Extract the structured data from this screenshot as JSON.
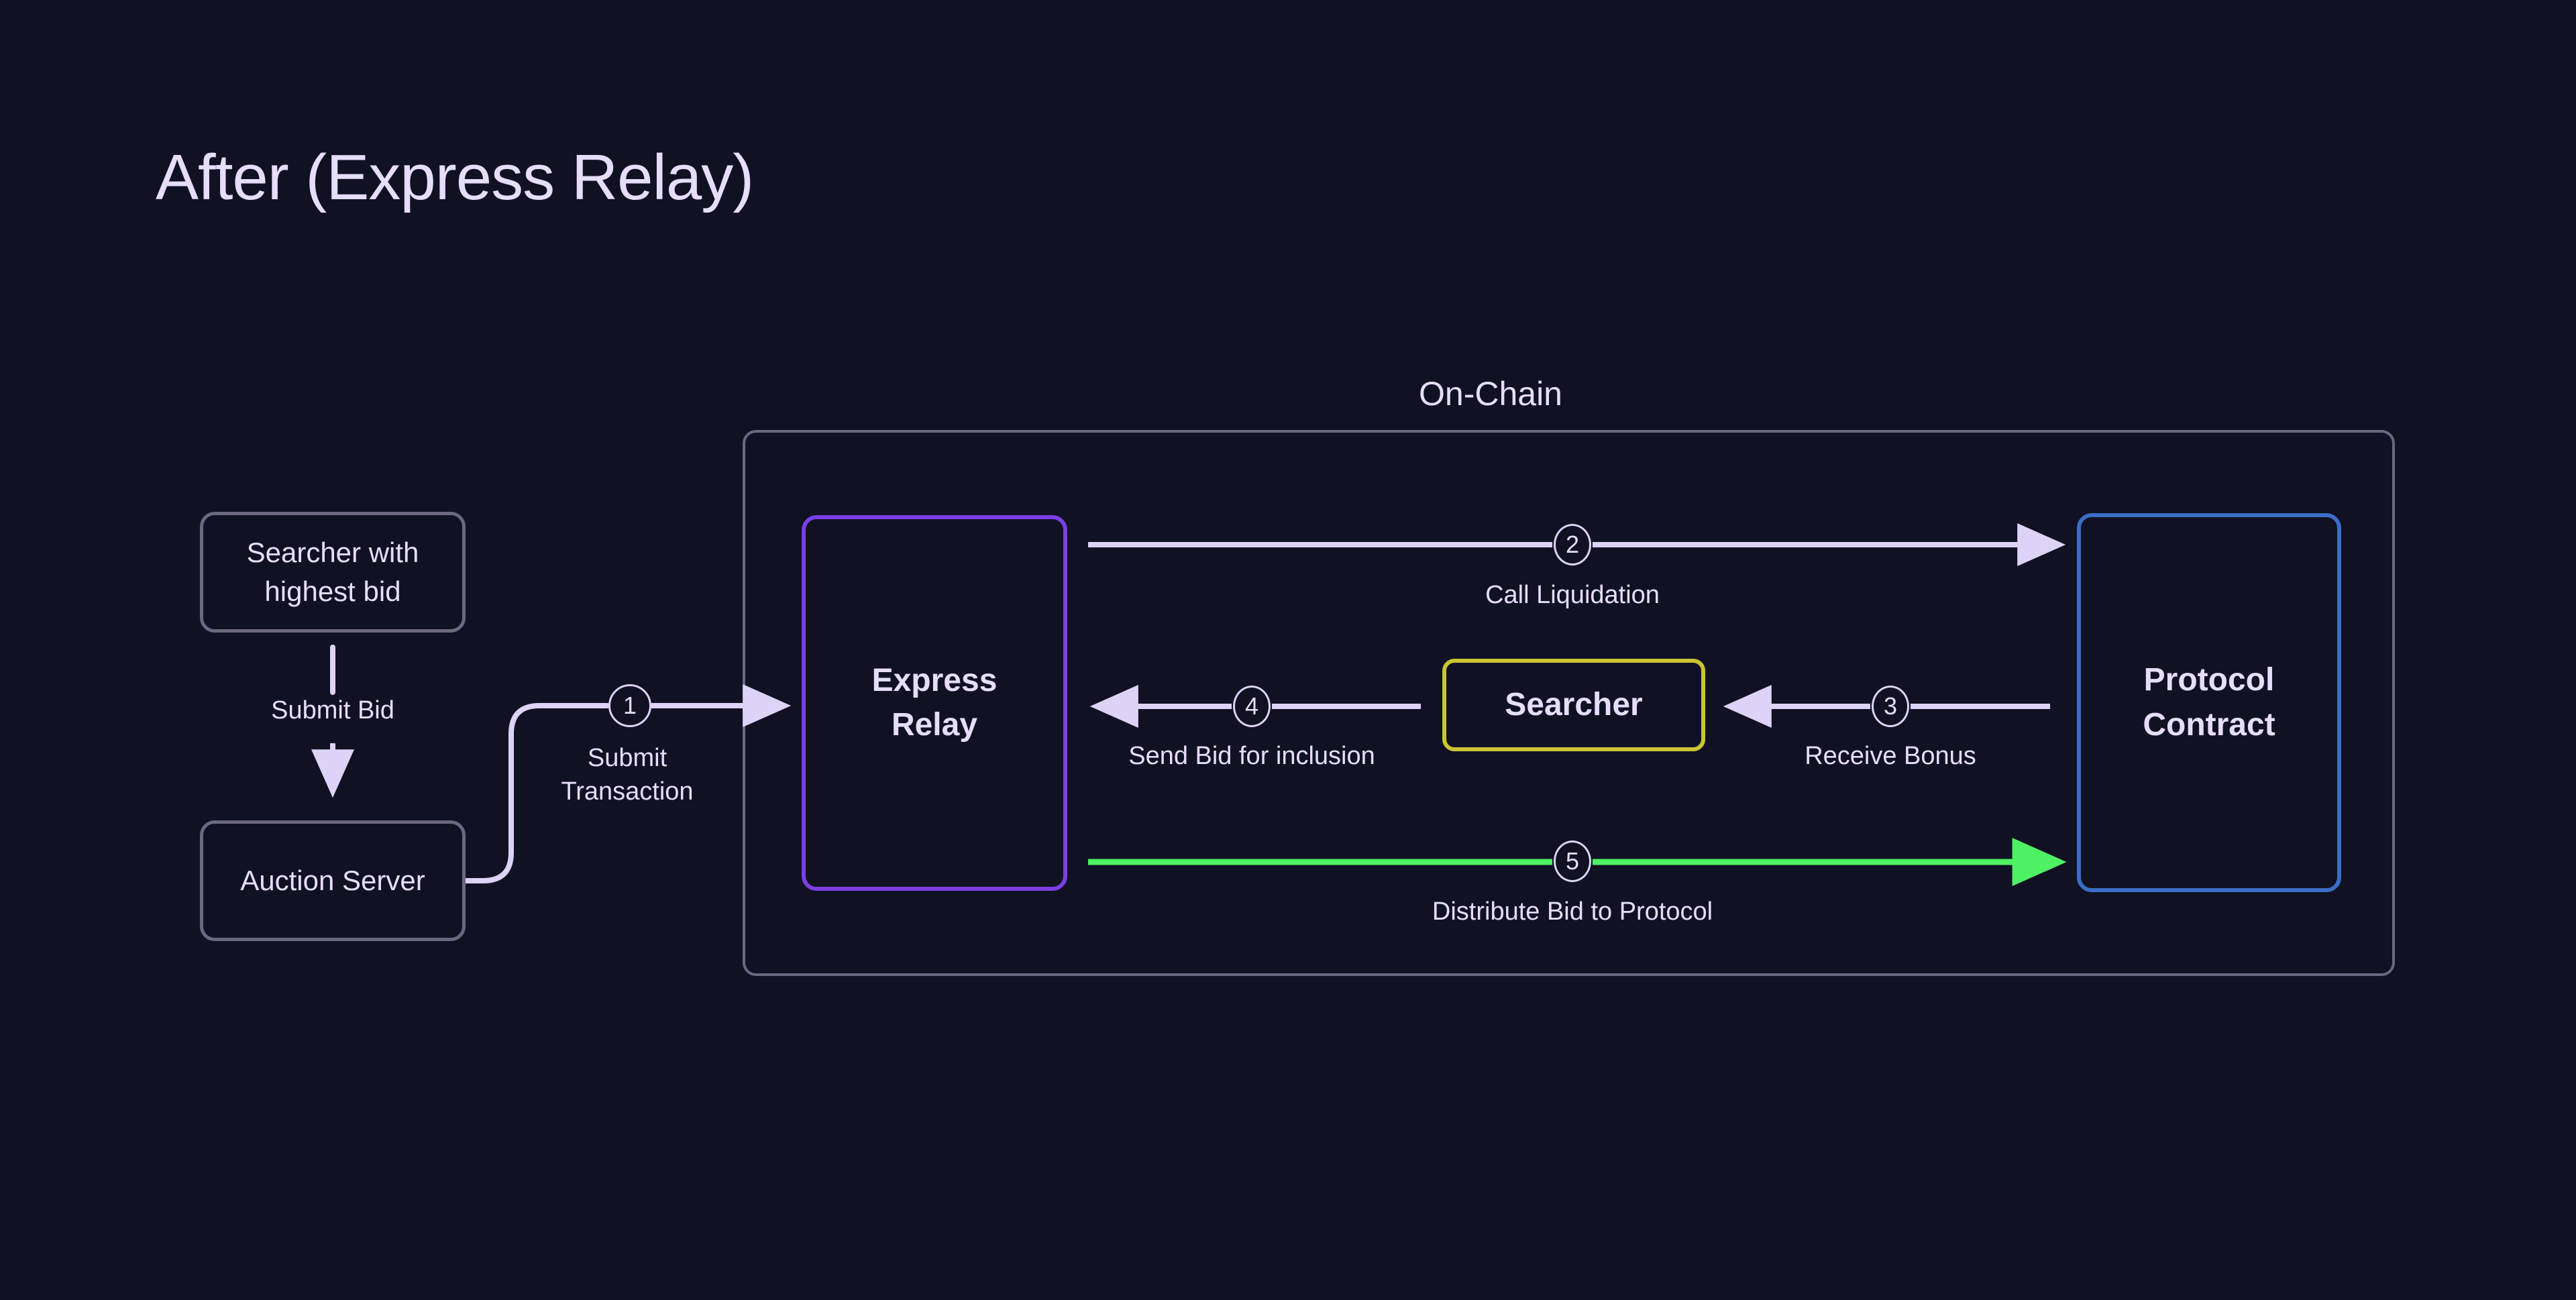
{
  "page": {
    "title": "After (Express Relay)",
    "background_color": "#111124",
    "text_color": "#e6ddfb"
  },
  "group": {
    "onchain_label": "On-Chain",
    "border_color": "#6b687f"
  },
  "nodes": {
    "searcher_with_highest_bid": {
      "label": "Searcher with highest bid",
      "line1": "Searcher with",
      "line2": "highest bid",
      "border_color": "#6b687f"
    },
    "auction_server": {
      "label": "Auction Server",
      "border_color": "#6b687f"
    },
    "express_relay": {
      "label": "Express Relay",
      "line1": "Express",
      "line2": "Relay",
      "border_color": "#7b3fe4"
    },
    "searcher": {
      "label": "Searcher",
      "border_color": "#c9c531"
    },
    "protocol_contract": {
      "label": "Protocol Contract",
      "line1": "Protocol",
      "line2": "Contract",
      "border_color": "#3a6ec6"
    }
  },
  "edges": [
    {
      "id": "submit-bid",
      "number": "",
      "label": "Submit Bid",
      "from": "searcher_with_highest_bid",
      "to": "auction_server",
      "direction": "down",
      "color": "#ded3f7"
    },
    {
      "id": "submit-transaction",
      "number": "1",
      "label": "Submit Transaction",
      "line1": "Submit",
      "line2": "Transaction",
      "from": "auction_server",
      "to": "express_relay",
      "direction": "right",
      "color": "#ded3f7"
    },
    {
      "id": "call-liquidation",
      "number": "2",
      "label": "Call Liquidation",
      "from": "express_relay",
      "to": "protocol_contract",
      "direction": "right",
      "color": "#ded3f7"
    },
    {
      "id": "receive-bonus",
      "number": "3",
      "label": "Receive Bonus",
      "from": "protocol_contract",
      "to": "searcher",
      "direction": "left",
      "color": "#ded3f7"
    },
    {
      "id": "send-bid-for-inclusion",
      "number": "4",
      "label": "Send Bid for inclusion",
      "from": "searcher",
      "to": "express_relay",
      "direction": "left",
      "color": "#ded3f7"
    },
    {
      "id": "distribute-bid-to-protocol",
      "number": "5",
      "label": "Distribute Bid to Protocol",
      "from": "express_relay",
      "to": "protocol_contract",
      "direction": "right",
      "color": "#4ef064"
    }
  ]
}
